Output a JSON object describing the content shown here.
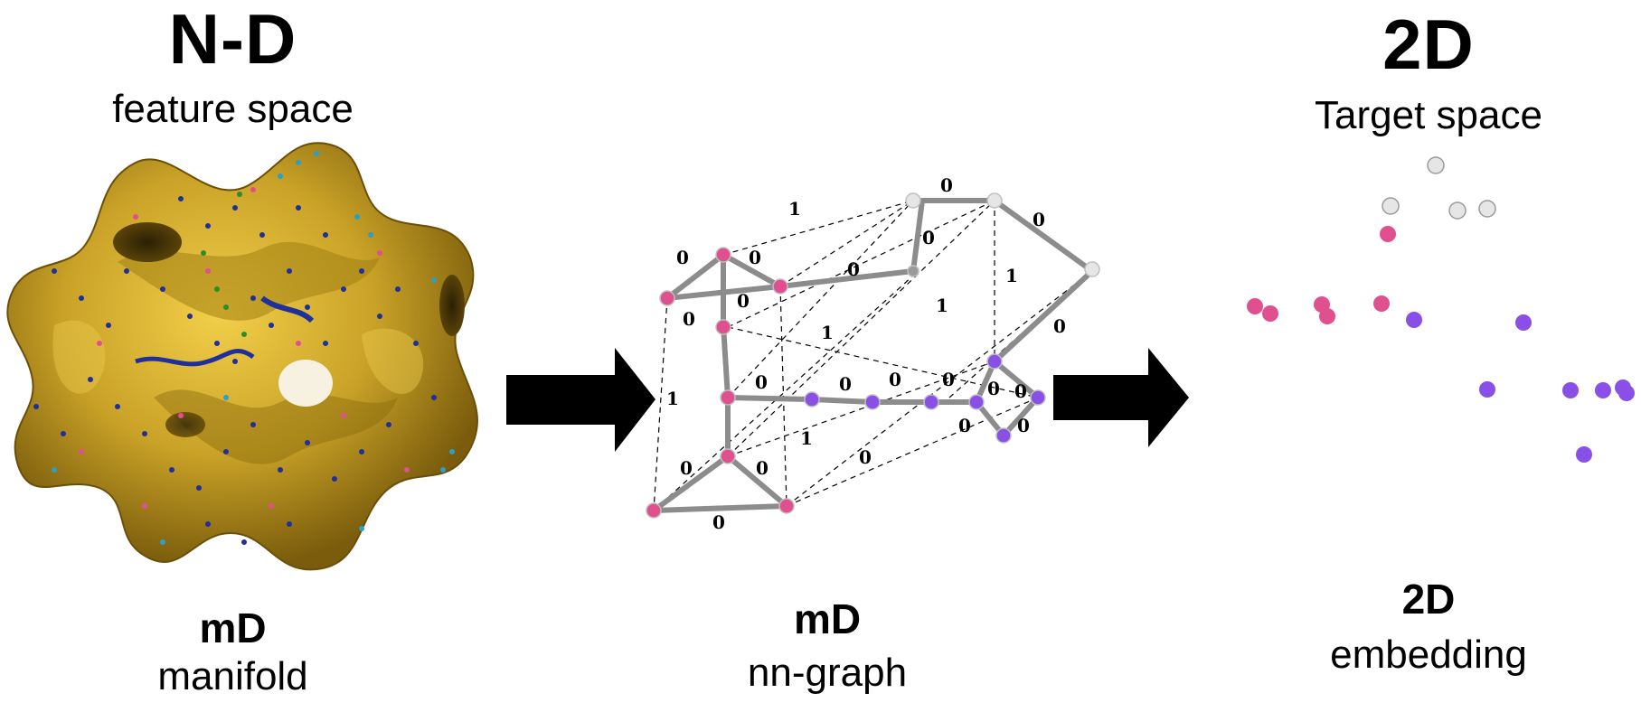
{
  "left_panel": {
    "title": "N-D",
    "subtitle": "feature space",
    "caption_bold": "mD",
    "caption": "manifold"
  },
  "middle_panel": {
    "caption_bold": "mD",
    "caption": "nn-graph",
    "edge_weights": [
      "1",
      "0",
      "0",
      "0",
      "0",
      "0",
      "0",
      "0",
      "1",
      "0",
      "0",
      "1",
      "0",
      "1",
      "0",
      "0",
      "0",
      "0",
      "0",
      "0",
      "0",
      "0",
      "1",
      "1",
      "0",
      "0",
      "0",
      "0"
    ]
  },
  "right_panel": {
    "title": "2D",
    "subtitle": "Target space",
    "caption_bold": "2D",
    "caption": "embedding"
  },
  "colors": {
    "manifold_gold": "#c9a227",
    "pink": "#e0508f",
    "purple": "#8a4fe6",
    "grey_node": "#e6e6e6",
    "edge_grey": "#8c8c8c",
    "arrow": "#000000"
  }
}
